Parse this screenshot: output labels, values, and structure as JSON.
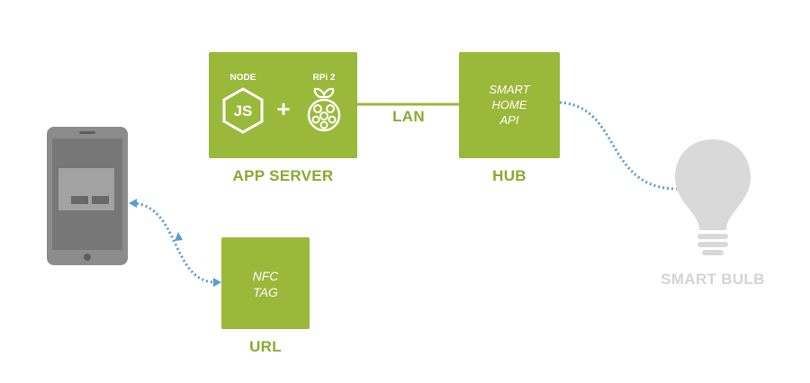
{
  "colors": {
    "green": "#9ab83a",
    "green_text": "#8aab2f",
    "dotted_blue": "#5b9bd5",
    "grey_device": "#8a8a8a",
    "bulb_grey": "#d9d9d9"
  },
  "app_server": {
    "node_label": "NODE",
    "rpi_label": "RPi 2",
    "plus": "+",
    "title": "APP SERVER"
  },
  "lan_label": "LAN",
  "hub": {
    "line1": "SMART",
    "line2": "HOME",
    "line3": "API",
    "title": "HUB"
  },
  "nfc": {
    "line1": "NFC",
    "line2": "TAG",
    "title": "URL"
  },
  "bulb": {
    "title": "SMART BULB"
  },
  "icons": {
    "node": "nodejs-icon",
    "rpi": "raspberry-pi-icon",
    "phone": "smartphone-icon",
    "bulb": "lightbulb-icon"
  }
}
